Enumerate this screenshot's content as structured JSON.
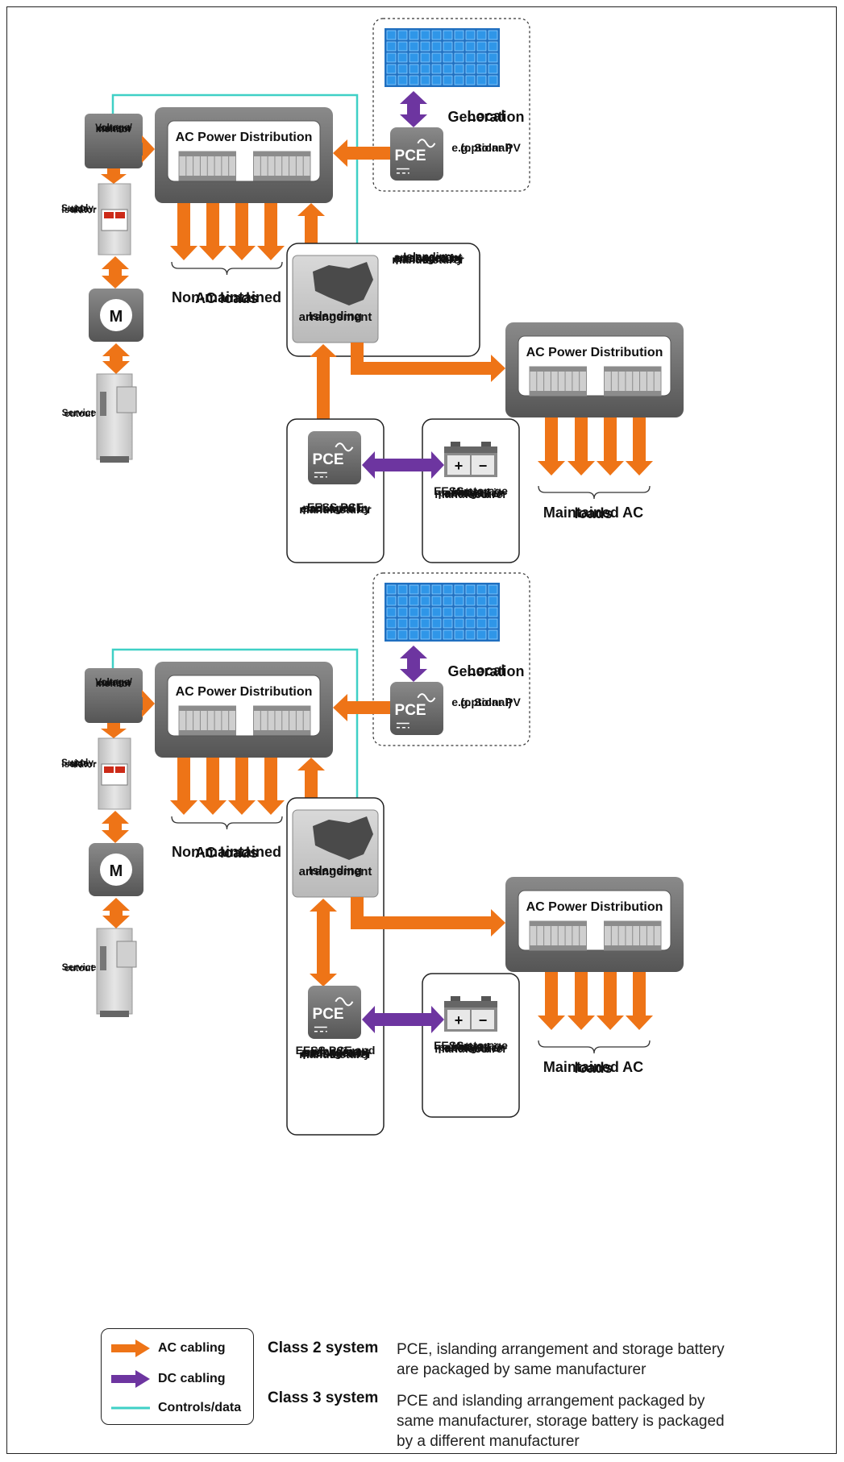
{
  "colors": {
    "ac": "#ee7417",
    "dc": "#6d35a0",
    "controls": "#3fd0c6",
    "box_dark": "#6e6e6e",
    "panel_blue": "#2f96e8"
  },
  "labels": {
    "monitor": [
      "Voltage/",
      "current",
      "monitor"
    ],
    "isolator": [
      "Supply-",
      "side",
      "isolator"
    ],
    "meter": "M",
    "cutout": [
      "Service",
      "cutout"
    ],
    "ac_power_distribution": "AC Power Distribution",
    "pce": "PCE",
    "local_generation": [
      "Local",
      "Generation"
    ],
    "generation_example": [
      "e.g. Solar PV",
      "(optional)"
    ],
    "non_maintained_loads": [
      "Non-maintained",
      "AC loads"
    ],
    "maintained_loads": [
      "Maintained AC",
      "loads"
    ],
    "islanding": [
      "Islanding",
      "arrangement"
    ],
    "battery_plus": "+",
    "battery_minus": "−"
  },
  "class2": {
    "islanding_note": [
      "Islanding",
      "arrangement",
      "packaged in",
      "enclosure by",
      "manufacturer"
    ],
    "pce_enclosure": [
      "EESS PCE",
      "packaged in",
      "enclosure by",
      "manufacturer"
    ],
    "battery_enclosure": [
      "EESS storage",
      "battery",
      "packaged in",
      "enclosure",
      "manufacturer"
    ]
  },
  "class3": {
    "pce_enclosure": [
      "EESS PCE and",
      "islanding",
      "arrangement",
      "packaged in",
      "enclosure by",
      "manufacturer"
    ],
    "battery_enclosure": [
      "EESS storage",
      "battery",
      "packaged in",
      "enclosure",
      "manufacturer"
    ]
  },
  "legend": {
    "ac": "AC cabling",
    "dc": "DC cabling",
    "controls": "Controls/data"
  },
  "classes": [
    {
      "name": "Class 2 system",
      "desc": [
        "PCE, islanding arrangement and storage battery",
        "are packaged by same manufacturer"
      ]
    },
    {
      "name": "Class 3 system",
      "desc": [
        "PCE and islanding arrangement packaged by",
        "same manufacturer, storage battery is packaged",
        "by a different manufacturer"
      ]
    }
  ]
}
